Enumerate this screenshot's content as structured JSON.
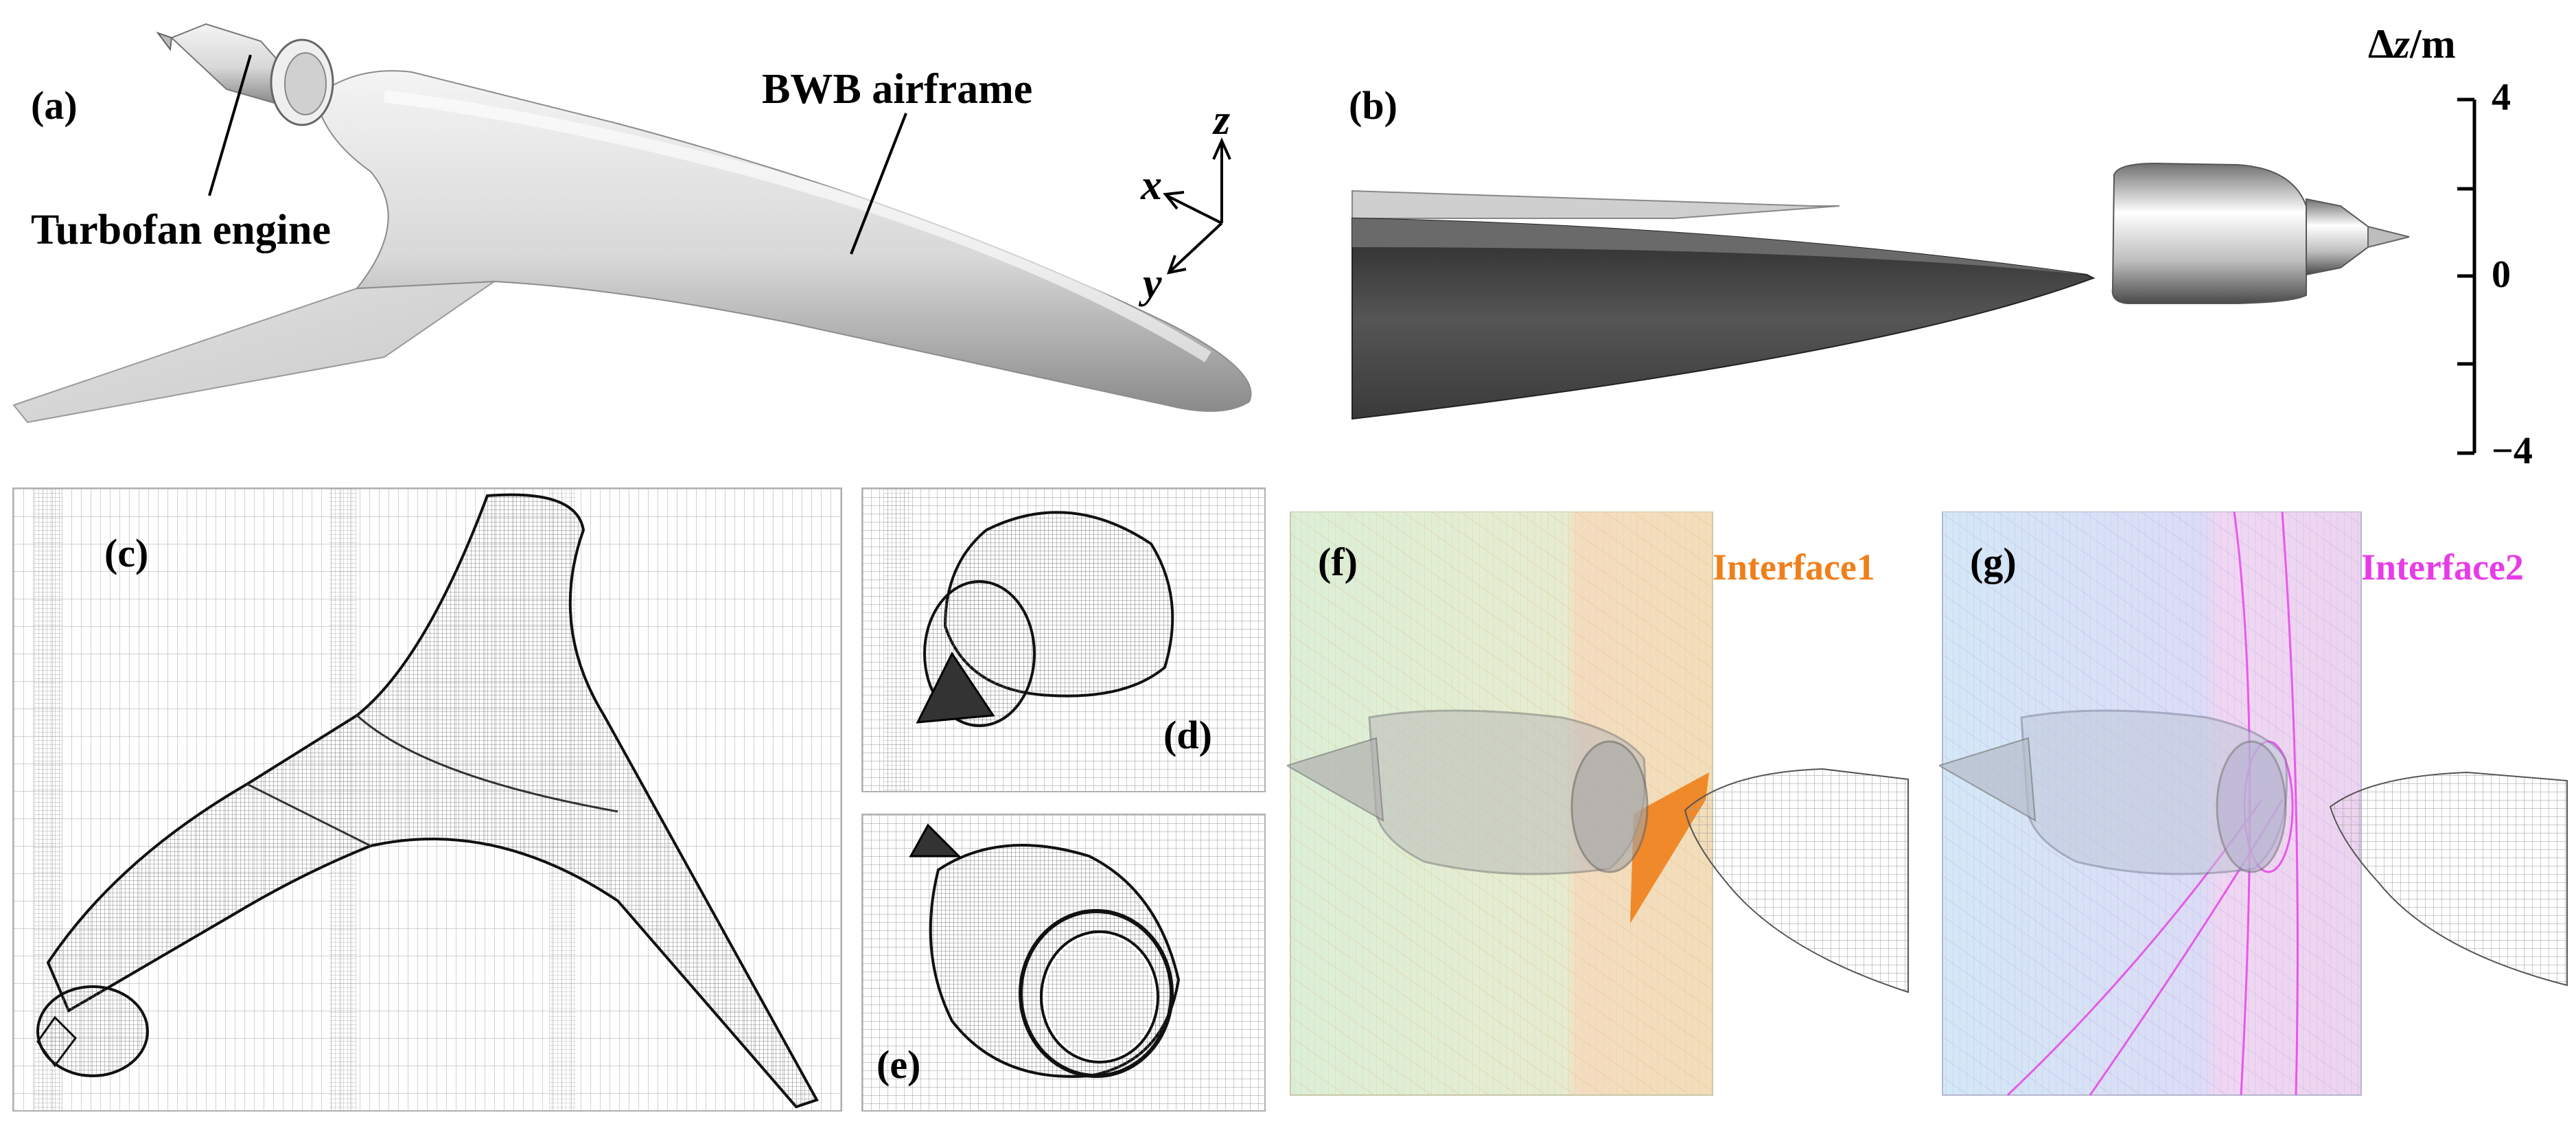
{
  "panels": {
    "a": {
      "label": "(a)",
      "annotations": {
        "engine": "Turbofan engine",
        "airframe": "BWB airframe"
      },
      "axes": {
        "x": "x",
        "y": "y",
        "z": "z"
      }
    },
    "b": {
      "label": "(b)",
      "scale": {
        "title_delta": "Δ",
        "title_var": "z",
        "title_unit": "/m",
        "ticks": [
          "4",
          "0",
          "−4"
        ]
      }
    },
    "c": {
      "label": "(c)"
    },
    "d": {
      "label": "(d)"
    },
    "e": {
      "label": "(e)"
    },
    "f": {
      "label": "(f)",
      "interface": "Interface1",
      "interface_color": "#f07f1a"
    },
    "g": {
      "label": "(g)",
      "interface": "Interface2",
      "interface_color": "#e83be8"
    }
  }
}
